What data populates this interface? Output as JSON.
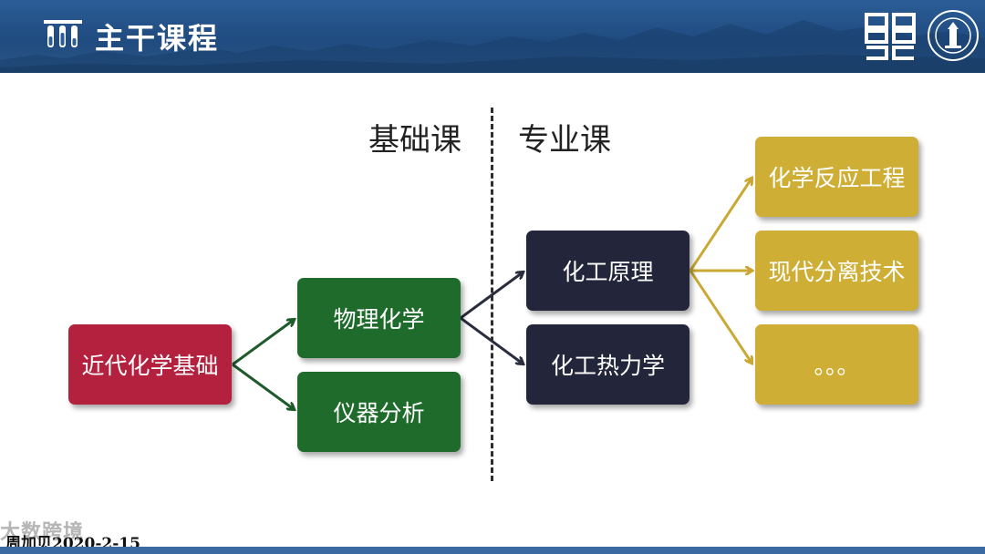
{
  "header": {
    "title": "主干课程",
    "icon": "test-tubes-icon",
    "logo_icon": "school-emblem-grid-icon",
    "seal_icon": "university-seal-icon",
    "colors": {
      "band": "#2c5d96",
      "text": "#ffffff"
    }
  },
  "sections": {
    "basic": "基础课",
    "professional": "专业课"
  },
  "nodes": {
    "root": "近代化学基础",
    "physical_chem": "物理化学",
    "instrument_analysis": "仪器分析",
    "chem_eng_principles": "化工原理",
    "chem_eng_thermo": "化工热力学",
    "reaction_eng": "化学反应工程",
    "modern_separation": "现代分离技术",
    "more": "。。。"
  },
  "colors": {
    "red": "#b4213f",
    "green": "#1e6b2c",
    "dark": "#23263a",
    "gold": "#cfae35",
    "arrow_green": "#1e5a2a",
    "arrow_dark": "#2a2d3e",
    "arrow_gold": "#c9a933"
  },
  "footer": {
    "watermark": "大数跨境",
    "author_date": "周加贝2020-2-15"
  }
}
